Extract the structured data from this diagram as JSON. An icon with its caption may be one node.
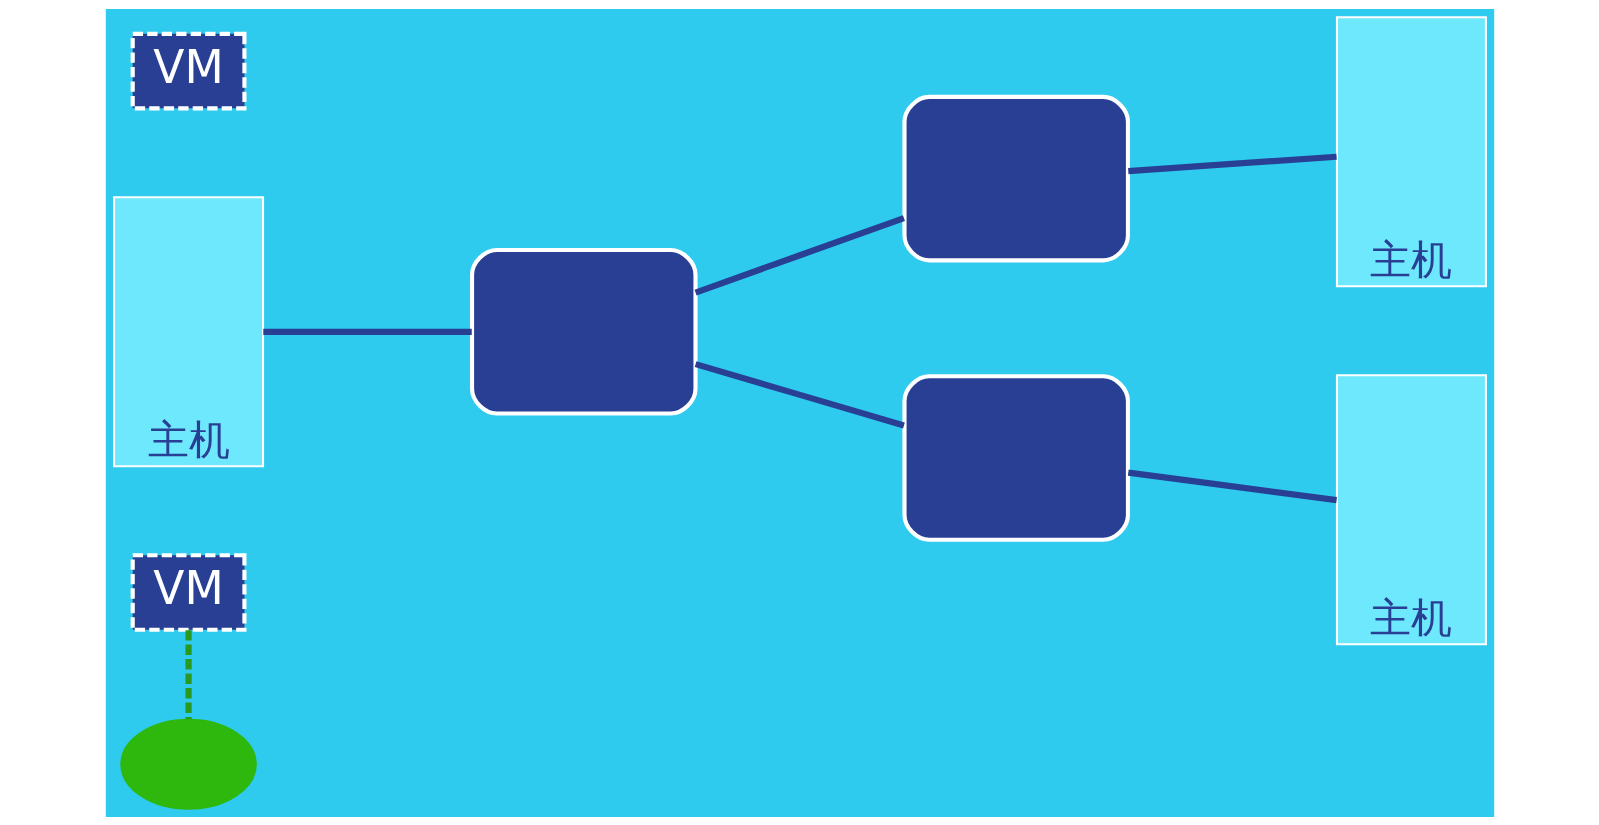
{
  "diagram": {
    "nodes": [
      {
        "text": [
          "VM"
        ]
      },
      {
        "text": [
          "主机"
        ]
      },
      {
        "text": [],
        "shape": "cloud"
      },
      {
        "text": [],
        "shape": "circle"
      },
      {
        "text": [
          "VM"
        ]
      },
      {
        "text": [],
        "shape": "cloud"
      },
      {
        "text": [
          "主机"
        ]
      },
      {
        "text": [],
        "shape": "cloud"
      },
      {
        "text": [
          "主机"
        ]
      }
    ],
    "edges": [
      {
        "from": 0,
        "to": 3,
        "arrow": "none",
        "style": "dashed",
        "color": "#2a9a1e"
      },
      {
        "from": 1,
        "to": 2,
        "arrow": "none"
      },
      {
        "from": 2,
        "to": 5,
        "arrow": "none"
      },
      {
        "from": 2,
        "to": 7,
        "arrow": "none"
      },
      {
        "from": 5,
        "to": 6,
        "arrow": "none"
      },
      {
        "from": 7,
        "to": 8,
        "arrow": "none"
      }
    ]
  }
}
